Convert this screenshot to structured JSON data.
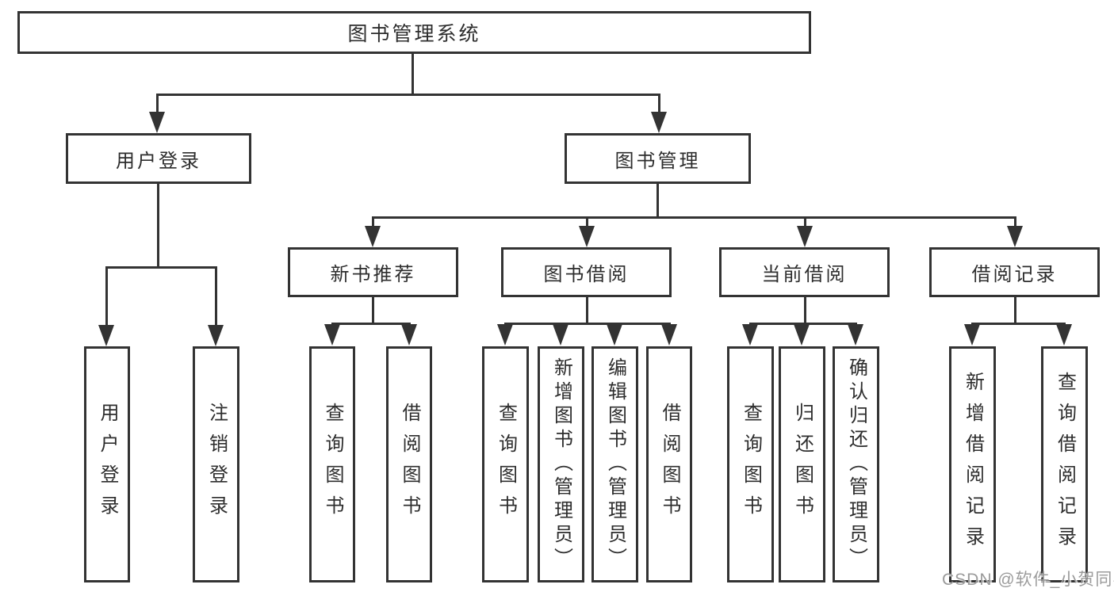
{
  "tree": {
    "root": {
      "label": "图书管理系统"
    },
    "branches": [
      {
        "label": "用户登录",
        "children": [
          {
            "label": "用户登录"
          },
          {
            "label": "注销登录"
          }
        ]
      },
      {
        "label": "图书管理",
        "groups": [
          {
            "label": "新书推荐",
            "children": [
              {
                "label": "查询图书"
              },
              {
                "label": "借阅图书"
              }
            ]
          },
          {
            "label": "图书借阅",
            "children": [
              {
                "label": "查询图书"
              },
              {
                "label": "新增图书（管理员）"
              },
              {
                "label": "编辑图书（管理员）"
              },
              {
                "label": "借阅图书"
              }
            ]
          },
          {
            "label": "当前借阅",
            "children": [
              {
                "label": "查询图书"
              },
              {
                "label": "归还图书"
              },
              {
                "label": "确认归还（管理员）"
              }
            ]
          },
          {
            "label": "借阅记录",
            "children": [
              {
                "label": "新增借阅记录"
              },
              {
                "label": "查询借阅记录"
              }
            ]
          }
        ]
      }
    ]
  },
  "watermark": "CSDN @软件_小贺同学",
  "colors": {
    "line": "#333333",
    "box_border": "#333333",
    "text": "#2d2d2d",
    "watermark": "#9b9b9b",
    "background": "#ffffff"
  }
}
